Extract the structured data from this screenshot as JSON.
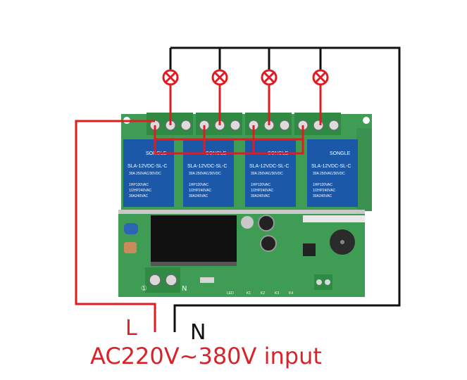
{
  "labels": {
    "live": "L",
    "neutral": "N",
    "input": "AC220V~380V input"
  },
  "relays": [
    {
      "brand": "SONGLE",
      "model": "SLA-12VDC-SL-C",
      "rating1": "30A 250VAC/30VDC",
      "rating2": "1HP120VAC",
      "rating3": "1/2HP240VAC",
      "rating4": "30A240VAC"
    },
    {
      "brand": "SONGLE",
      "model": "SLA-12VDC-SL-C",
      "rating1": "30A 250VAC/30VDC",
      "rating2": "1HP120VAC",
      "rating3": "1/2HP240VAC",
      "rating4": "30A240VAC"
    },
    {
      "brand": "SONGLE",
      "model": "SLA-12VDC-SL-C",
      "rating1": "30A 250VAC/30VDC",
      "rating2": "1HP120VAC",
      "rating3": "1/2HP240VAC",
      "rating4": "30A240VAC"
    },
    {
      "brand": "SONGLE",
      "model": "SLA-12VDC-SL-C",
      "rating1": "30A 250VAC/30VDC",
      "rating2": "1HP120VAC",
      "rating3": "1/2HP240VAC",
      "rating4": "30A240VAC"
    }
  ],
  "board": {
    "terminal_marks": [
      "①",
      "N"
    ],
    "bottom_marks": [
      "LED",
      "K1",
      "K2",
      "K3",
      "K4"
    ]
  },
  "colors": {
    "live_wire": "#e11b22",
    "neutral_wire": "#111111",
    "pcb": "#3f9c55",
    "relay": "#1c58a8",
    "terminal": "#2f8a44"
  }
}
